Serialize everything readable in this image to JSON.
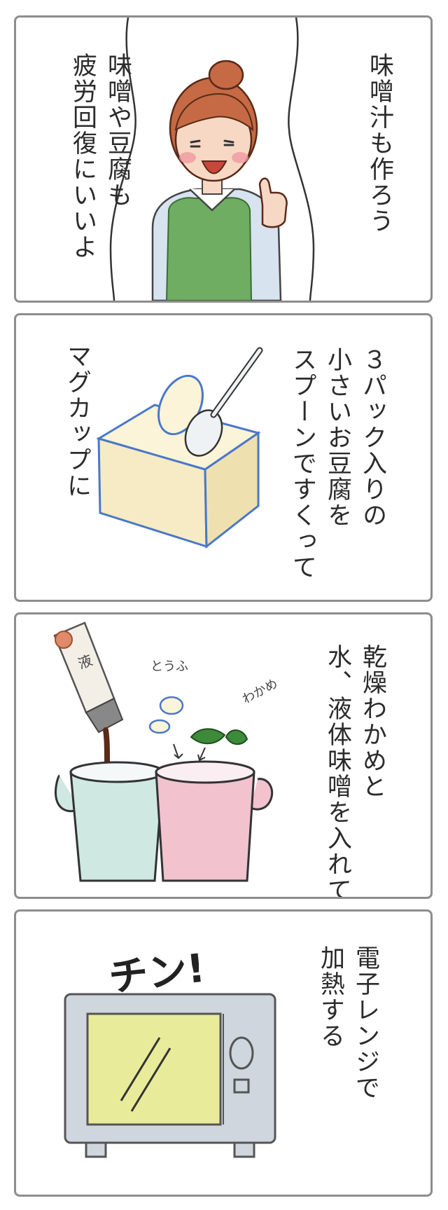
{
  "panels": [
    {
      "right_text": "味噌汁も作ろう",
      "left_text": "味噌や豆腐も\n疲労回復にいいよ"
    },
    {
      "right_text": "３パック入りの\n小さいお豆腐を\nスプーンですくって",
      "left_text": "マグカップに"
    },
    {
      "right_text": "乾燥わかめと\n水、液体味噌を入れて",
      "label_tofu": "とうふ",
      "label_wakame": "わかめ"
    },
    {
      "right_text": "電子レンジで\n加熱する",
      "sound_effect": "チン!"
    }
  ],
  "colors": {
    "panel_border": "#8d8d8d",
    "apron_green": "#6fae62",
    "hair": "#c56a45",
    "mug_teal": "#cfe8e2",
    "mug_pink": "#f2c2cf",
    "tofu_cream": "#fbf4d8",
    "microwave_gray": "#9aa7b4",
    "microwave_window": "#e8eb9a"
  },
  "icons": [
    "woman-thumbs-up-icon",
    "tofu-spoon-icon",
    "miso-bottle-icon",
    "mug-icon",
    "microwave-icon"
  ]
}
